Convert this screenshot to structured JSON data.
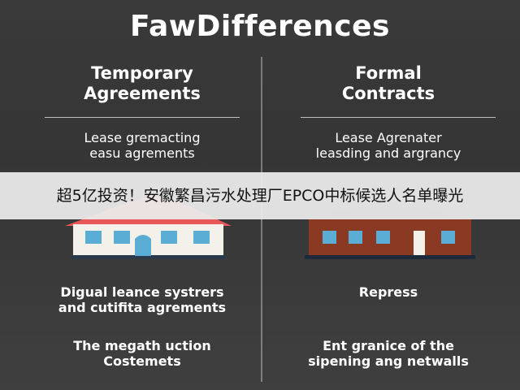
{
  "title": "FawDifferences",
  "left": {
    "heading_line1": "Temporary",
    "heading_line2": "Agreements",
    "sub_line1": "Lease gremacting",
    "sub_line2": "easu agrements",
    "desc1_line1": "Digual leance systrers",
    "desc1_line2": "and cutifita agrements",
    "desc2_line1": "The megath uction",
    "desc2_line2": "Costemets"
  },
  "right": {
    "heading_line1": "Formal",
    "heading_line2": "Contracts",
    "sub_line1": "Lease Agrenater",
    "sub_line2": "leasding and argrancy",
    "desc1_line1": "Repress",
    "desc2_line1": "Ent granice of the",
    "desc2_line2": "sipening ang netwalls"
  },
  "banner": {
    "text": "超5亿投资！安徽繁昌污水处理厂EPCO中标候选人名单曝光"
  },
  "colors": {
    "left_roof": "#e8575a",
    "right_house": "#8a3a22",
    "window": "#5aaed6"
  }
}
